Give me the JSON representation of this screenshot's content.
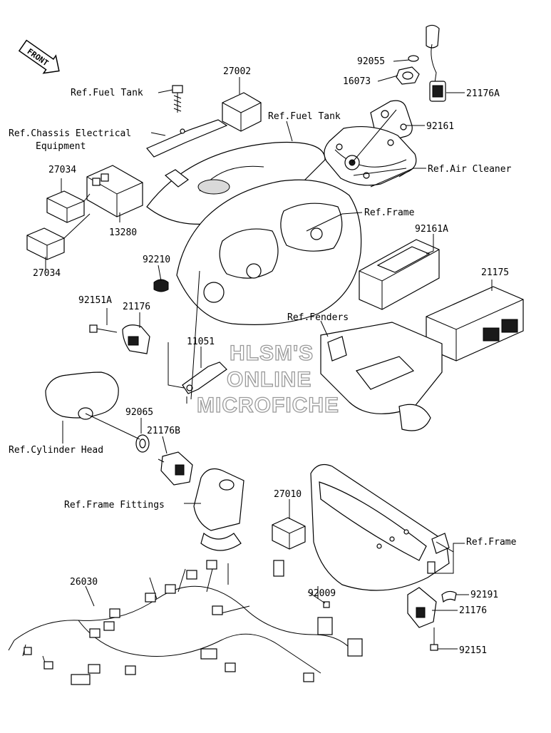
{
  "front_badge": "FRONT",
  "watermark": [
    "HLSM'S",
    "ONLINE",
    "MICROFICHE"
  ],
  "callouts": {
    "p92055": "92055",
    "p16073": "16073",
    "p21176A": "21176A",
    "p92161": "92161",
    "ref_air_cleaner": "Ref.Air Cleaner",
    "ref_fuel_tank_top": "Ref.Fuel Tank",
    "p27002": "27002",
    "ref_fuel_tank_left": "Ref.Fuel Tank",
    "ref_chassis_1": "Ref.Chassis Electrical",
    "ref_chassis_2": "Equipment",
    "p27034_a": "27034",
    "p13280": "13280",
    "p27034_b": "27034",
    "ref_frame_top": "Ref.Frame",
    "p92161A": "92161A",
    "p21175": "21175",
    "p92210": "92210",
    "p92151A": "92151A",
    "p21176_left": "21176",
    "ref_fenders": "Ref.Fenders",
    "p11051": "11051",
    "p92065": "92065",
    "p21176B": "21176B",
    "ref_cylinder_head": "Ref.Cylinder Head",
    "ref_frame_fittings": "Ref.Frame Fittings",
    "p27010": "27010",
    "p92009": "92009",
    "ref_frame_bottom": "Ref.Frame",
    "p26030": "26030",
    "p92191": "92191",
    "p21176_right": "21176",
    "p92151": "92151"
  }
}
